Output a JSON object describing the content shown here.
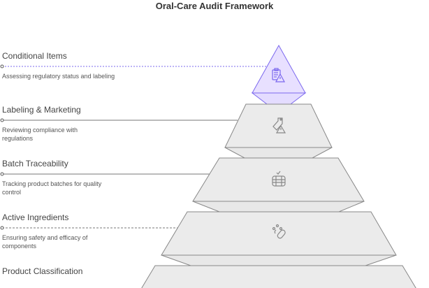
{
  "title": "Oral-Care Audit Framework",
  "levels": [
    {
      "title": "Conditional Items",
      "description": "Assessing regulatory status and labeling",
      "icon": "clipboard-warning-icon",
      "highlighted": true
    },
    {
      "title": "Labeling & Marketing",
      "description": "Reviewing compliance with regulations",
      "icon": "tag-warning-icon",
      "highlighted": false
    },
    {
      "title": "Batch Traceability",
      "description": "Tracking product batches for quality control",
      "icon": "barrel-check-icon",
      "highlighted": false
    },
    {
      "title": "Active Ingredients",
      "description": "Ensuring safety and efficacy of components",
      "icon": "pills-icon",
      "highlighted": false
    },
    {
      "title": "Product Classification",
      "description": "",
      "icon": "",
      "highlighted": false
    }
  ],
  "colors": {
    "accent": "#7b68ee",
    "accent_fill": "#e4dcff",
    "tier_fill": "#e8e8e8",
    "tier_stroke": "#888888"
  }
}
